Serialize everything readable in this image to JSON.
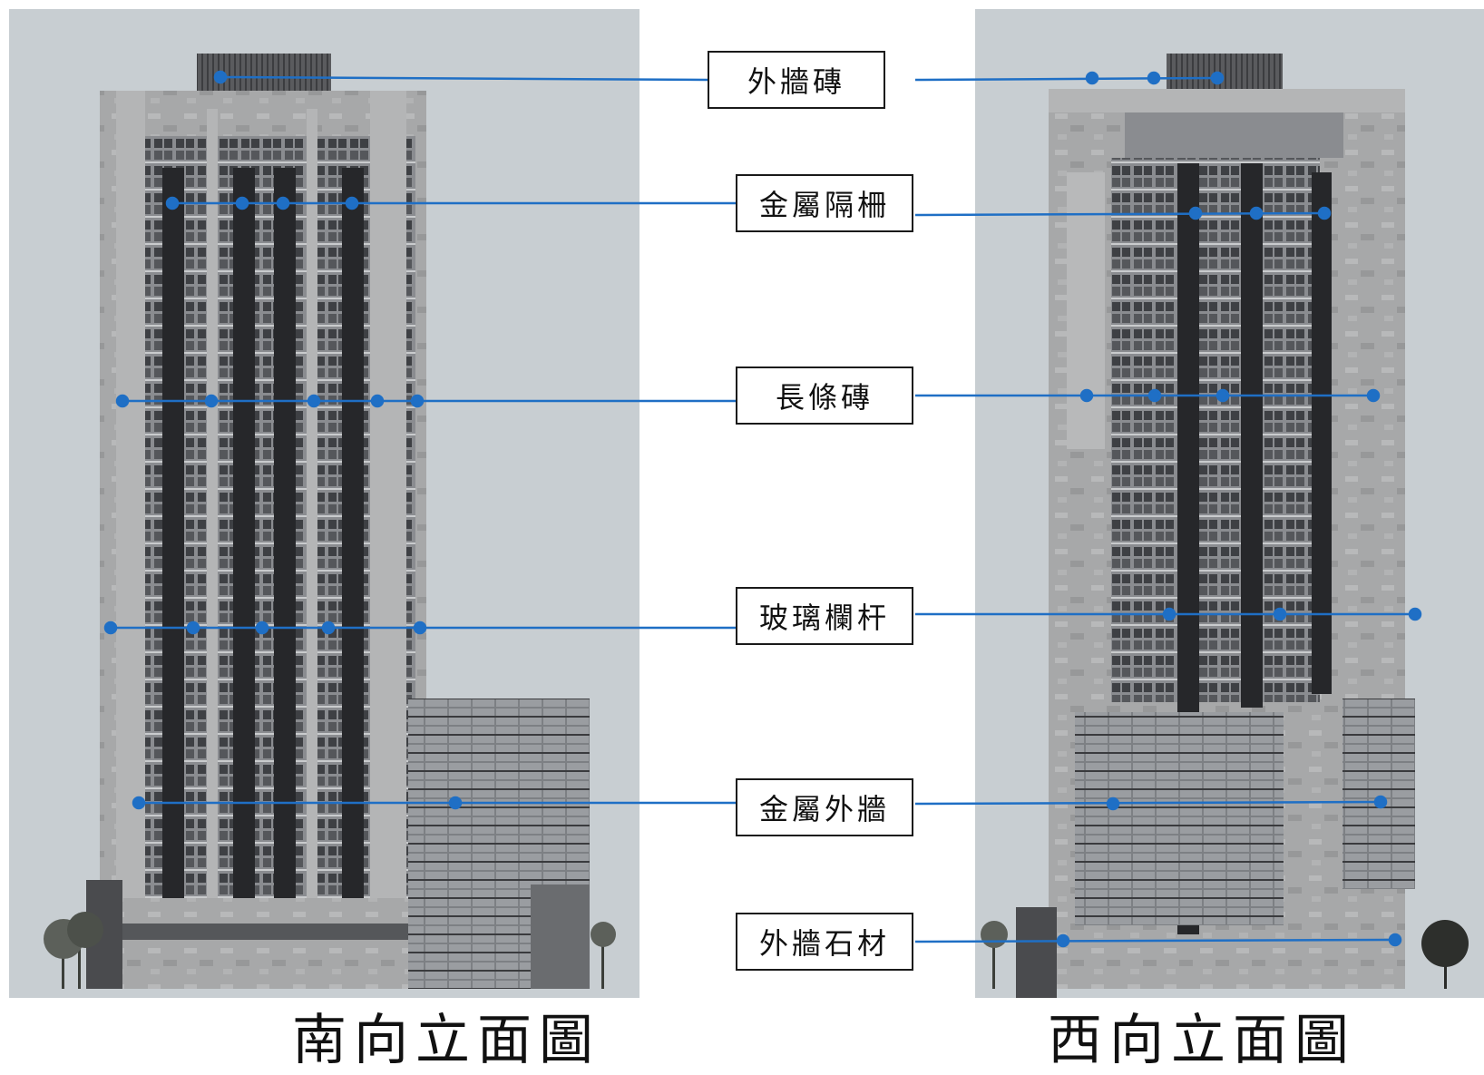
{
  "labels": {
    "exterior_tile": "外牆磚",
    "metal_grille": "金屬隔柵",
    "long_tile": "長條磚",
    "glass_railing": "玻璃欄杆",
    "metal_wall": "金屬外牆",
    "stone_wall": "外牆石材"
  },
  "captions": {
    "south": "南向立面圖",
    "west": "西向立面圖"
  },
  "colors": {
    "leader": "#1f6fc5",
    "panel_bg": "#c8ced2",
    "stone": "#a9a9a9",
    "dark_band": "#2b2b2d",
    "window": "#6e7074"
  }
}
